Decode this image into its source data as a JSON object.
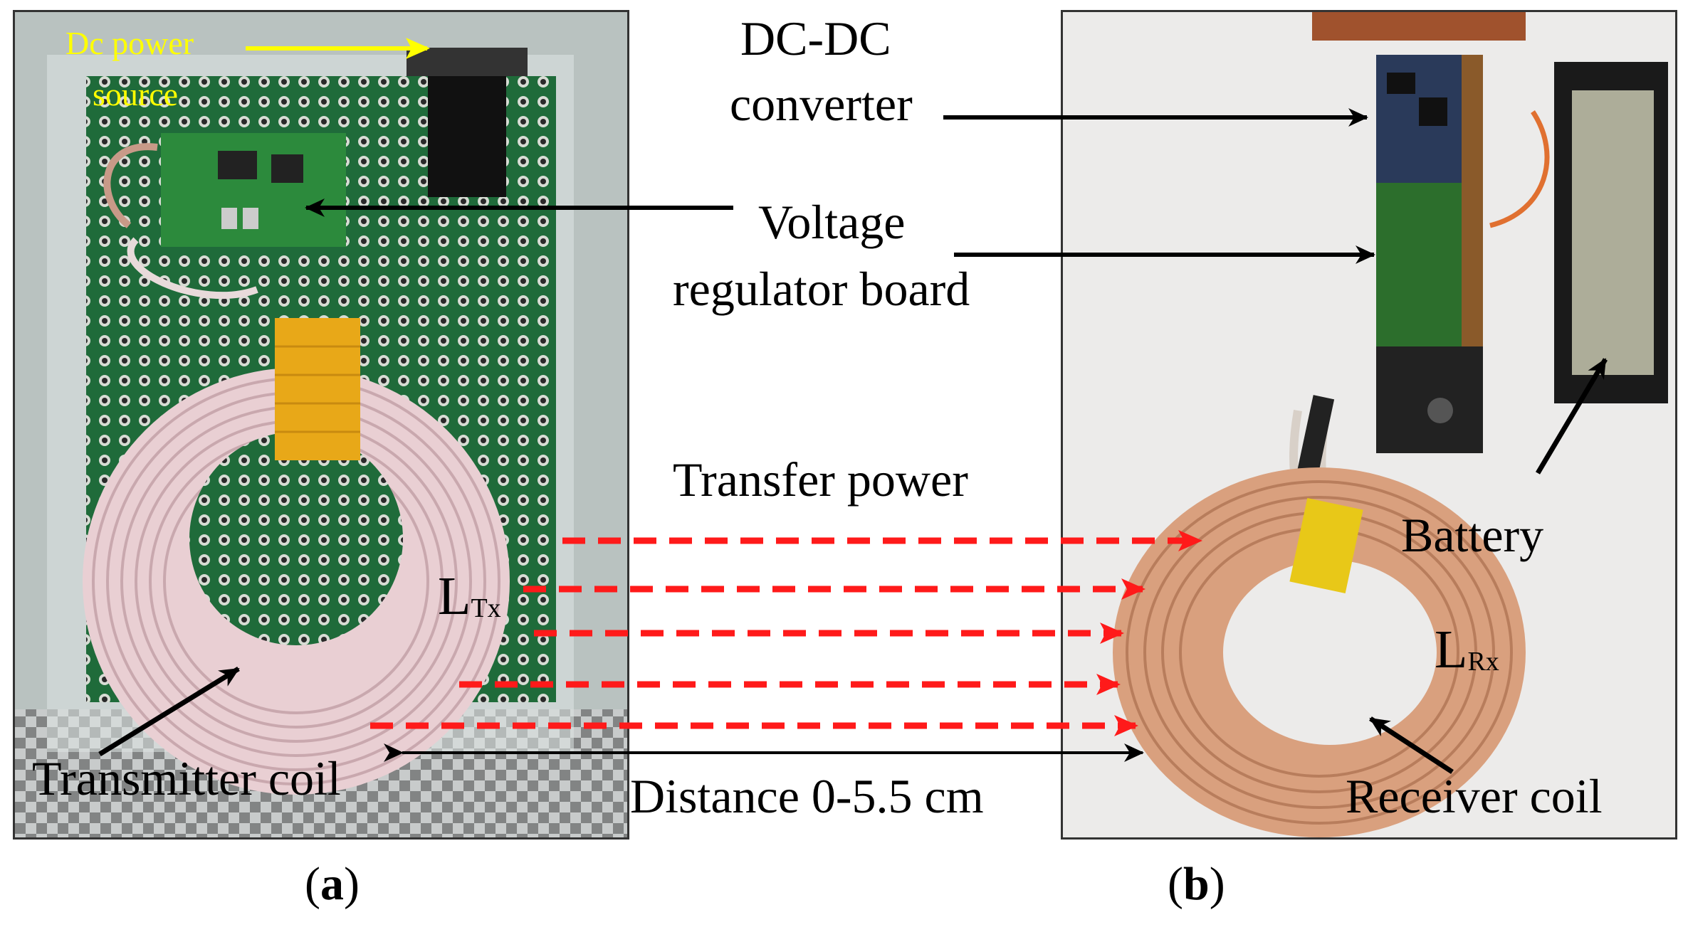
{
  "labels": {
    "dc_power_line1": "Dc power",
    "dc_power_line2": "source",
    "dcdc_line1": "DC-DC",
    "dcdc_line2": "converter",
    "voltage_line1": "Voltage",
    "voltage_line2": "regulator board",
    "transfer_power": "Transfer power",
    "ltx_main": "L",
    "ltx_sub": "Tx",
    "lrx_main": "L",
    "lrx_sub": "Rx",
    "battery": "Battery",
    "transmitter_coil": "Transmitter coil",
    "receiver_coil": "Receiver coil",
    "distance": "Distance 0-5.5 cm"
  },
  "panels": {
    "a_open": "(",
    "a_letter": "a",
    "a_close": ")",
    "b_open": "(",
    "b_letter": "b",
    "b_close": ")"
  },
  "colors": {
    "arrow": "#000000",
    "field_arrow": "#ff1a1a",
    "dc_arrow": "#ffff00",
    "pcb_green": "#1f6b3a",
    "coil_tx": "#e8c8cc",
    "coil_rx": "#d9a07e",
    "kapton": "#e8a818"
  }
}
